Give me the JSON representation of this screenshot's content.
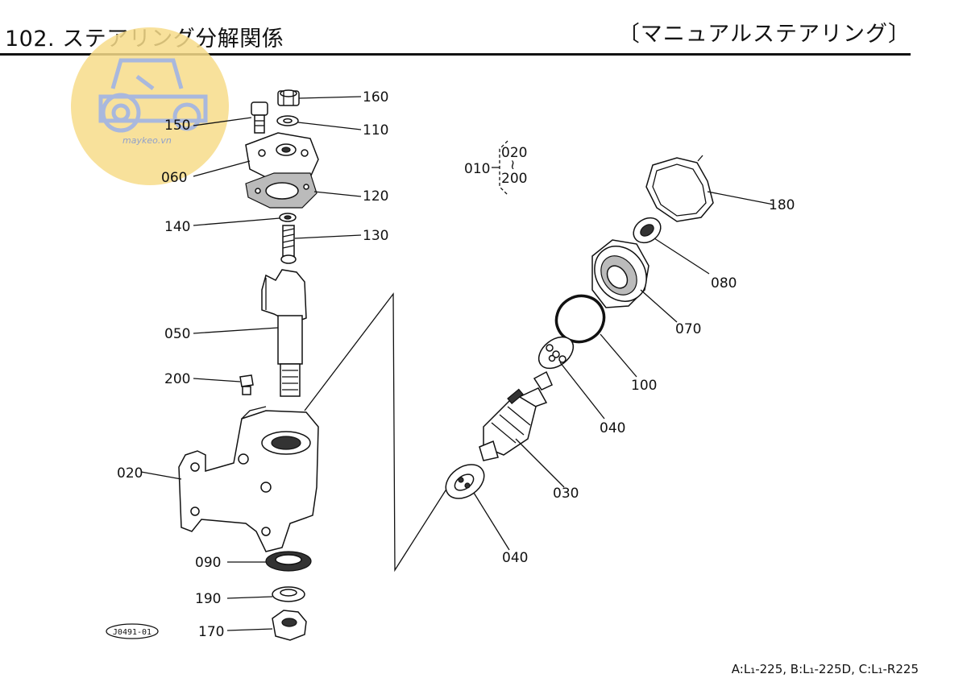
{
  "header": {
    "title": "102. ステアリング分解関係",
    "section": "〔マニュアルステアリング〕"
  },
  "watermark": {
    "text": "maykeo.vn"
  },
  "drawing_code": "J0491-01",
  "footer": {
    "models": "A:L₁-225, B:L₁-225D, C:L₁-R225"
  },
  "assembly": {
    "label": "010",
    "range_from": "020",
    "range_sep": "≀",
    "range_to": "200"
  },
  "callouts": {
    "p160": "160",
    "p110": "110",
    "p150": "150",
    "p060": "060",
    "p120": "120",
    "p140": "140",
    "p130": "130",
    "p050": "050",
    "p200": "200",
    "p020": "020",
    "p090": "090",
    "p190": "190",
    "p170": "170",
    "p180": "180",
    "p080": "080",
    "p070": "070",
    "p100": "100",
    "p040a": "040",
    "p030": "030",
    "p040b": "040"
  },
  "colors": {
    "watermark_fill": "#f7dc8a",
    "watermark_stroke": "#a9b8dd",
    "ink": "#111111"
  }
}
